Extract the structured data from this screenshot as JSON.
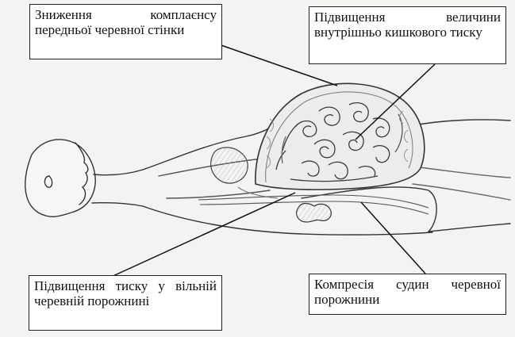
{
  "labels": {
    "top_left": "Зниження комплаєнсу передньої черевної стінки",
    "top_right": "Підвищення величини внутрішньо кишкового тиску",
    "bottom_left": "Підвищення тиску у вільній черевній порожнині",
    "bottom_right": "Компресія судин черевної порожнини"
  }
}
